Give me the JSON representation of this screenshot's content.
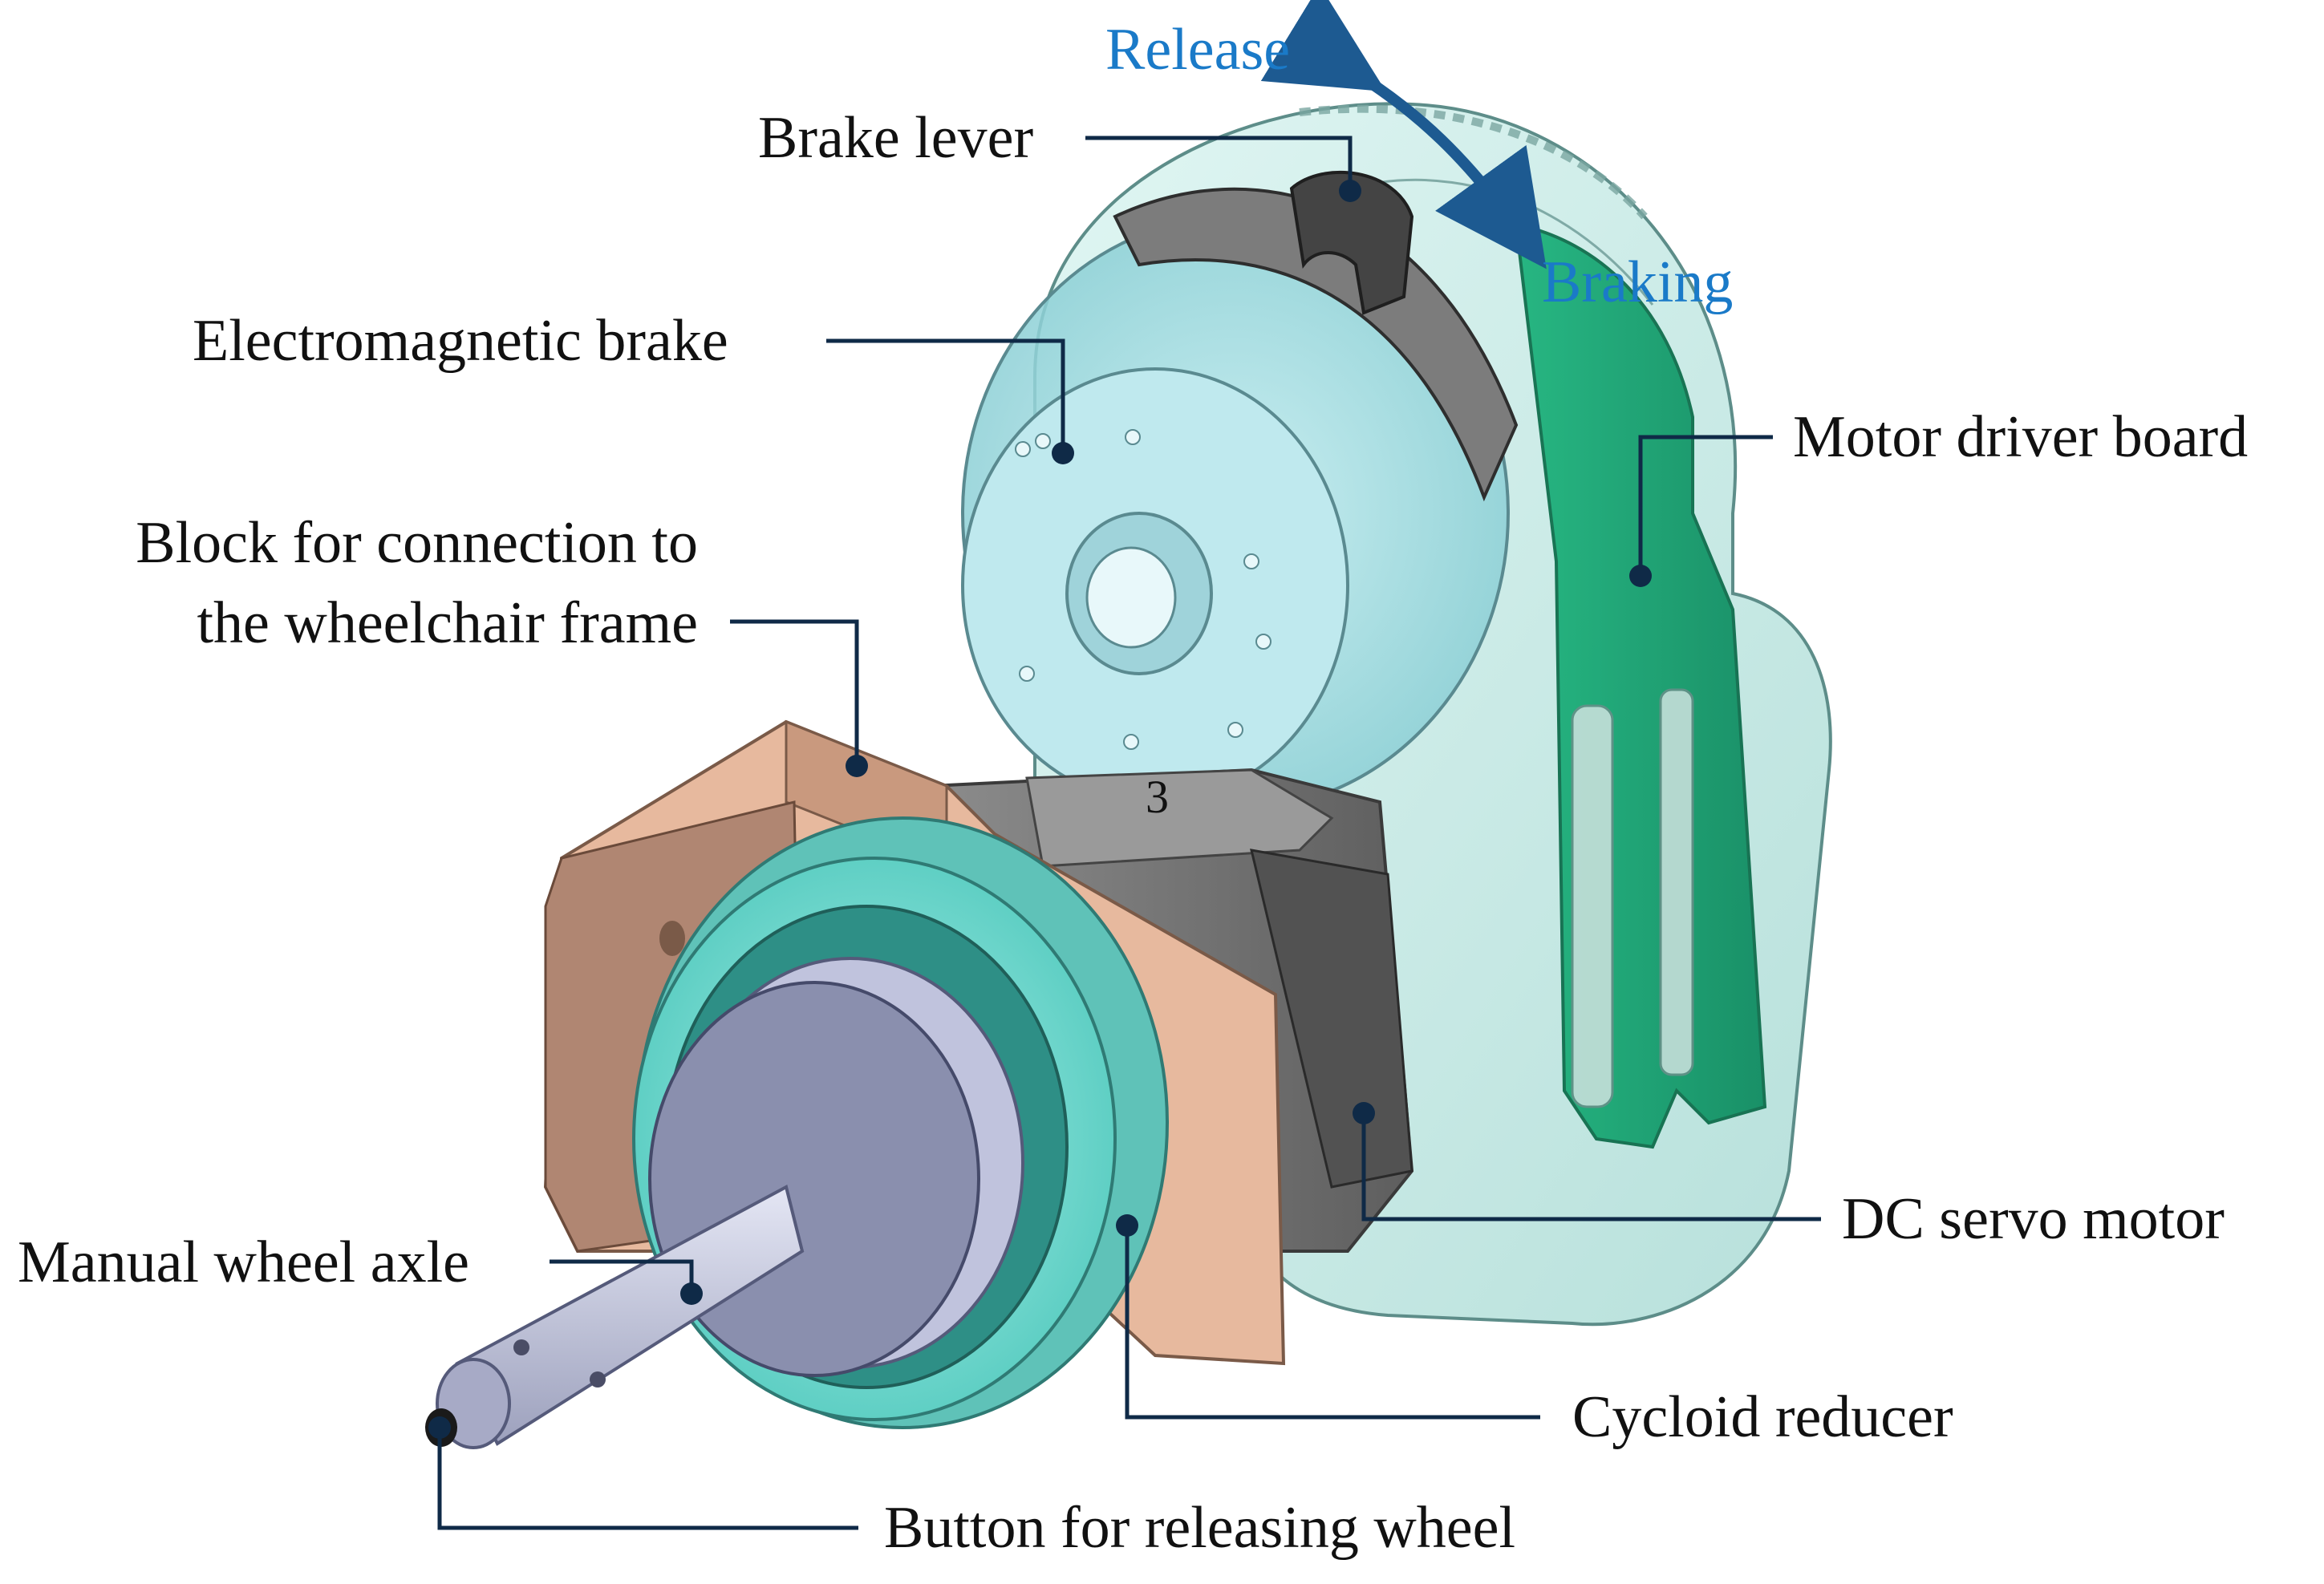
{
  "labels": {
    "release": "Release",
    "braking": "Braking",
    "brake_lever": "Brake lever",
    "electromagnetic_brake": "Electromagnetic brake",
    "motor_driver_board": "Motor driver board",
    "block_line1": "Block for connection to",
    "block_line2": "the wheelchair frame",
    "manual_wheel_axle": "Manual wheel axle",
    "dc_servo_motor": "DC servo motor",
    "cycloid_reducer": "Cycloid reducer",
    "button_releasing_wheel": "Button for releasing wheel",
    "part_number": "3"
  },
  "colors": {
    "leader_line": "#0f2a47",
    "annotation_blue": "#1a7ac8",
    "housing_translucent": "#b8e6e0",
    "driver_board": "#0f9a6a",
    "bracket": "#e7b99e",
    "reducer": "#7fe3d8",
    "motor": "#7a7a7a",
    "shaft": "#c9cbe0",
    "lever": "#3e3e3e"
  },
  "icons": {
    "arrow": "double-headed-curved-arrow"
  }
}
